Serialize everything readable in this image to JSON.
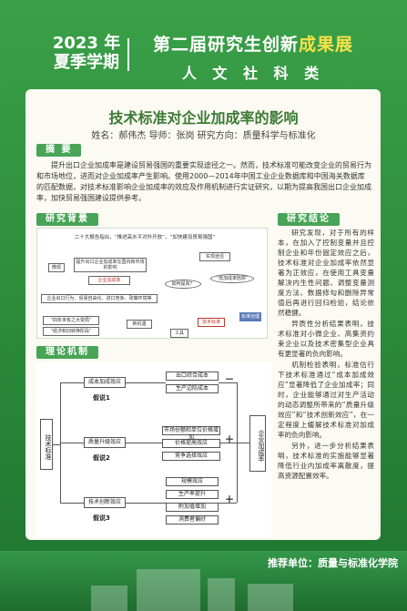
{
  "header": {
    "year": "2023 年",
    "season": "夏季学期",
    "title_part1": "第二届研究生创新",
    "title_part2": "成果展",
    "subtitle": "人 文 社 科 类"
  },
  "poster": {
    "title": "技术标准对企业加成率的影响",
    "authors": "姓名：郝伟杰  导师：张岗  研究方向：质量科学与标准化"
  },
  "sections": {
    "abstract": "摘 要",
    "background": "研究背景",
    "mechanism": "理论机制",
    "conclusion": "研究结论"
  },
  "abstract_text": "提升出口企业加成率是建设贸易强国的重要实现途径之一。然而，技术标准可能改变企业的贸易行为和市场地位，进而对企业加成率产生影响。使用2000—2014年中国工业企业数据库和中国海关数据库的匹配数据，对技术标准影响企业加成率的效应及作用机制进行实证研究，以期为提高我国出口企业加成率，加快贸易强国建设提供参考。",
  "background_diagram": {
    "policy": "二十大报告指出，“推进高水平对外开放”，“加快建设贸易强国”",
    "b1": "微观",
    "b2": "提升出口企业加成率在国内和市场的影响",
    "b3": "实现途径",
    "b4": "企业加成率",
    "b5": "如何提高？",
    "b6": "“低加成率陷阱”",
    "b7": "企业出口行为、贸易自由化、进口竞争、政策环境等",
    "b8": "“四年未有之大变局”",
    "b9": "“经济新旧转换阶段”",
    "b10": "新机遇",
    "b11": "技术标准",
    "b12": "工具",
    "b13": "标准治理"
  },
  "mechanism_diagram": {
    "root": "技术标准",
    "effect1": "成本加成效应",
    "effect2": "质量升级效应",
    "effect3": "技术创新效应",
    "h1": "假说1",
    "h2": "假说2",
    "h3": "假说3",
    "g1": [
      "出口综合成本",
      "生产边际成本"
    ],
    "g2": [
      "市场份额和单位价格增加",
      "价格提高效应",
      "竞争选择效应"
    ],
    "g3": [
      "规模效应",
      "生产率提升",
      "附加值增加",
      "消费者偏好"
    ],
    "outcome": "企业加成率",
    "sign1": "－",
    "sign2": "＋",
    "sign3": "＋"
  },
  "conclusion_text": [
    "研究发现，对于所有的样本，在加入了控制变量并且控制企业和年份固定效应之后，技术标准对企业加成率依然显著为正效应，在使用工具变量解决内生性问题、调整变量测度方法、数据修勾和删除异常值后再进行回归检验，结论依然稳健。",
    "异质性分析结果表明，技术标准对小微企业、高集资约束企业以及技术密集型企业具有更显著的负向影响。",
    "机制检验表明，标准估行下技术标准通过“成本加成效应”显著降低了企业加成率；同时，企业能够通过对生产活动的动态调整所带来的“质量升级效应”和“技术创新效应”，在一定程度上缓解技术标准对加成率的负向影响。",
    "另外，进一步分析结果表明，技术标准的实施能够显著降低行业内加成率离散度，提高资源配置效率。"
  ],
  "footer": {
    "recommend": "推荐单位：质量与标准化学院"
  }
}
